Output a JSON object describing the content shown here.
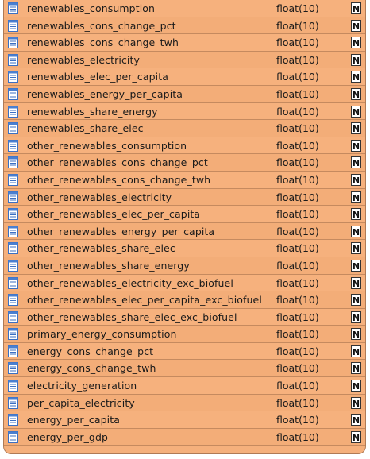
{
  "table": {
    "columns": [
      {
        "name": "renewables_consumption",
        "type": "float(10)",
        "null_flag": "N"
      },
      {
        "name": "renewables_cons_change_pct",
        "type": "float(10)",
        "null_flag": "N"
      },
      {
        "name": "renewables_cons_change_twh",
        "type": "float(10)",
        "null_flag": "N"
      },
      {
        "name": "renewables_electricity",
        "type": "float(10)",
        "null_flag": "N"
      },
      {
        "name": "renewables_elec_per_capita",
        "type": "float(10)",
        "null_flag": "N"
      },
      {
        "name": "renewables_energy_per_capita",
        "type": "float(10)",
        "null_flag": "N"
      },
      {
        "name": "renewables_share_energy",
        "type": "float(10)",
        "null_flag": "N"
      },
      {
        "name": "renewables_share_elec",
        "type": "float(10)",
        "null_flag": "N"
      },
      {
        "name": "other_renewables_consumption",
        "type": "float(10)",
        "null_flag": "N"
      },
      {
        "name": "other_renewables_cons_change_pct",
        "type": "float(10)",
        "null_flag": "N"
      },
      {
        "name": "other_renewables_cons_change_twh",
        "type": "float(10)",
        "null_flag": "N"
      },
      {
        "name": "other_renewables_electricity",
        "type": "float(10)",
        "null_flag": "N"
      },
      {
        "name": "other_renewables_elec_per_capita",
        "type": "float(10)",
        "null_flag": "N"
      },
      {
        "name": "other_renewables_energy_per_capita",
        "type": "float(10)",
        "null_flag": "N"
      },
      {
        "name": "other_renewables_share_elec",
        "type": "float(10)",
        "null_flag": "N"
      },
      {
        "name": "other_renewables_share_energy",
        "type": "float(10)",
        "null_flag": "N"
      },
      {
        "name": "other_renewables_electricity_exc_biofuel",
        "type": "float(10)",
        "null_flag": "N"
      },
      {
        "name": "other_renewables_elec_per_capita_exc_biofuel",
        "type": "float(10)",
        "null_flag": "N"
      },
      {
        "name": "other_renewables_share_elec_exc_biofuel",
        "type": "float(10)",
        "null_flag": "N"
      },
      {
        "name": "primary_energy_consumption",
        "type": "float(10)",
        "null_flag": "N"
      },
      {
        "name": "energy_cons_change_pct",
        "type": "float(10)",
        "null_flag": "N"
      },
      {
        "name": "energy_cons_change_twh",
        "type": "float(10)",
        "null_flag": "N"
      },
      {
        "name": "electricity_generation",
        "type": "float(10)",
        "null_flag": "N"
      },
      {
        "name": "per_capita_electricity",
        "type": "float(10)",
        "null_flag": "N"
      },
      {
        "name": "energy_per_capita",
        "type": "float(10)",
        "null_flag": "N"
      },
      {
        "name": "energy_per_gdp",
        "type": "float(10)",
        "null_flag": "N"
      }
    ],
    "icons": {
      "field": "field-column-icon",
      "nullable": "nullable-n-icon"
    },
    "colors": {
      "background": "#f5b07c",
      "border": "#c58a5f",
      "field_icon": "#4a7fd0"
    }
  }
}
